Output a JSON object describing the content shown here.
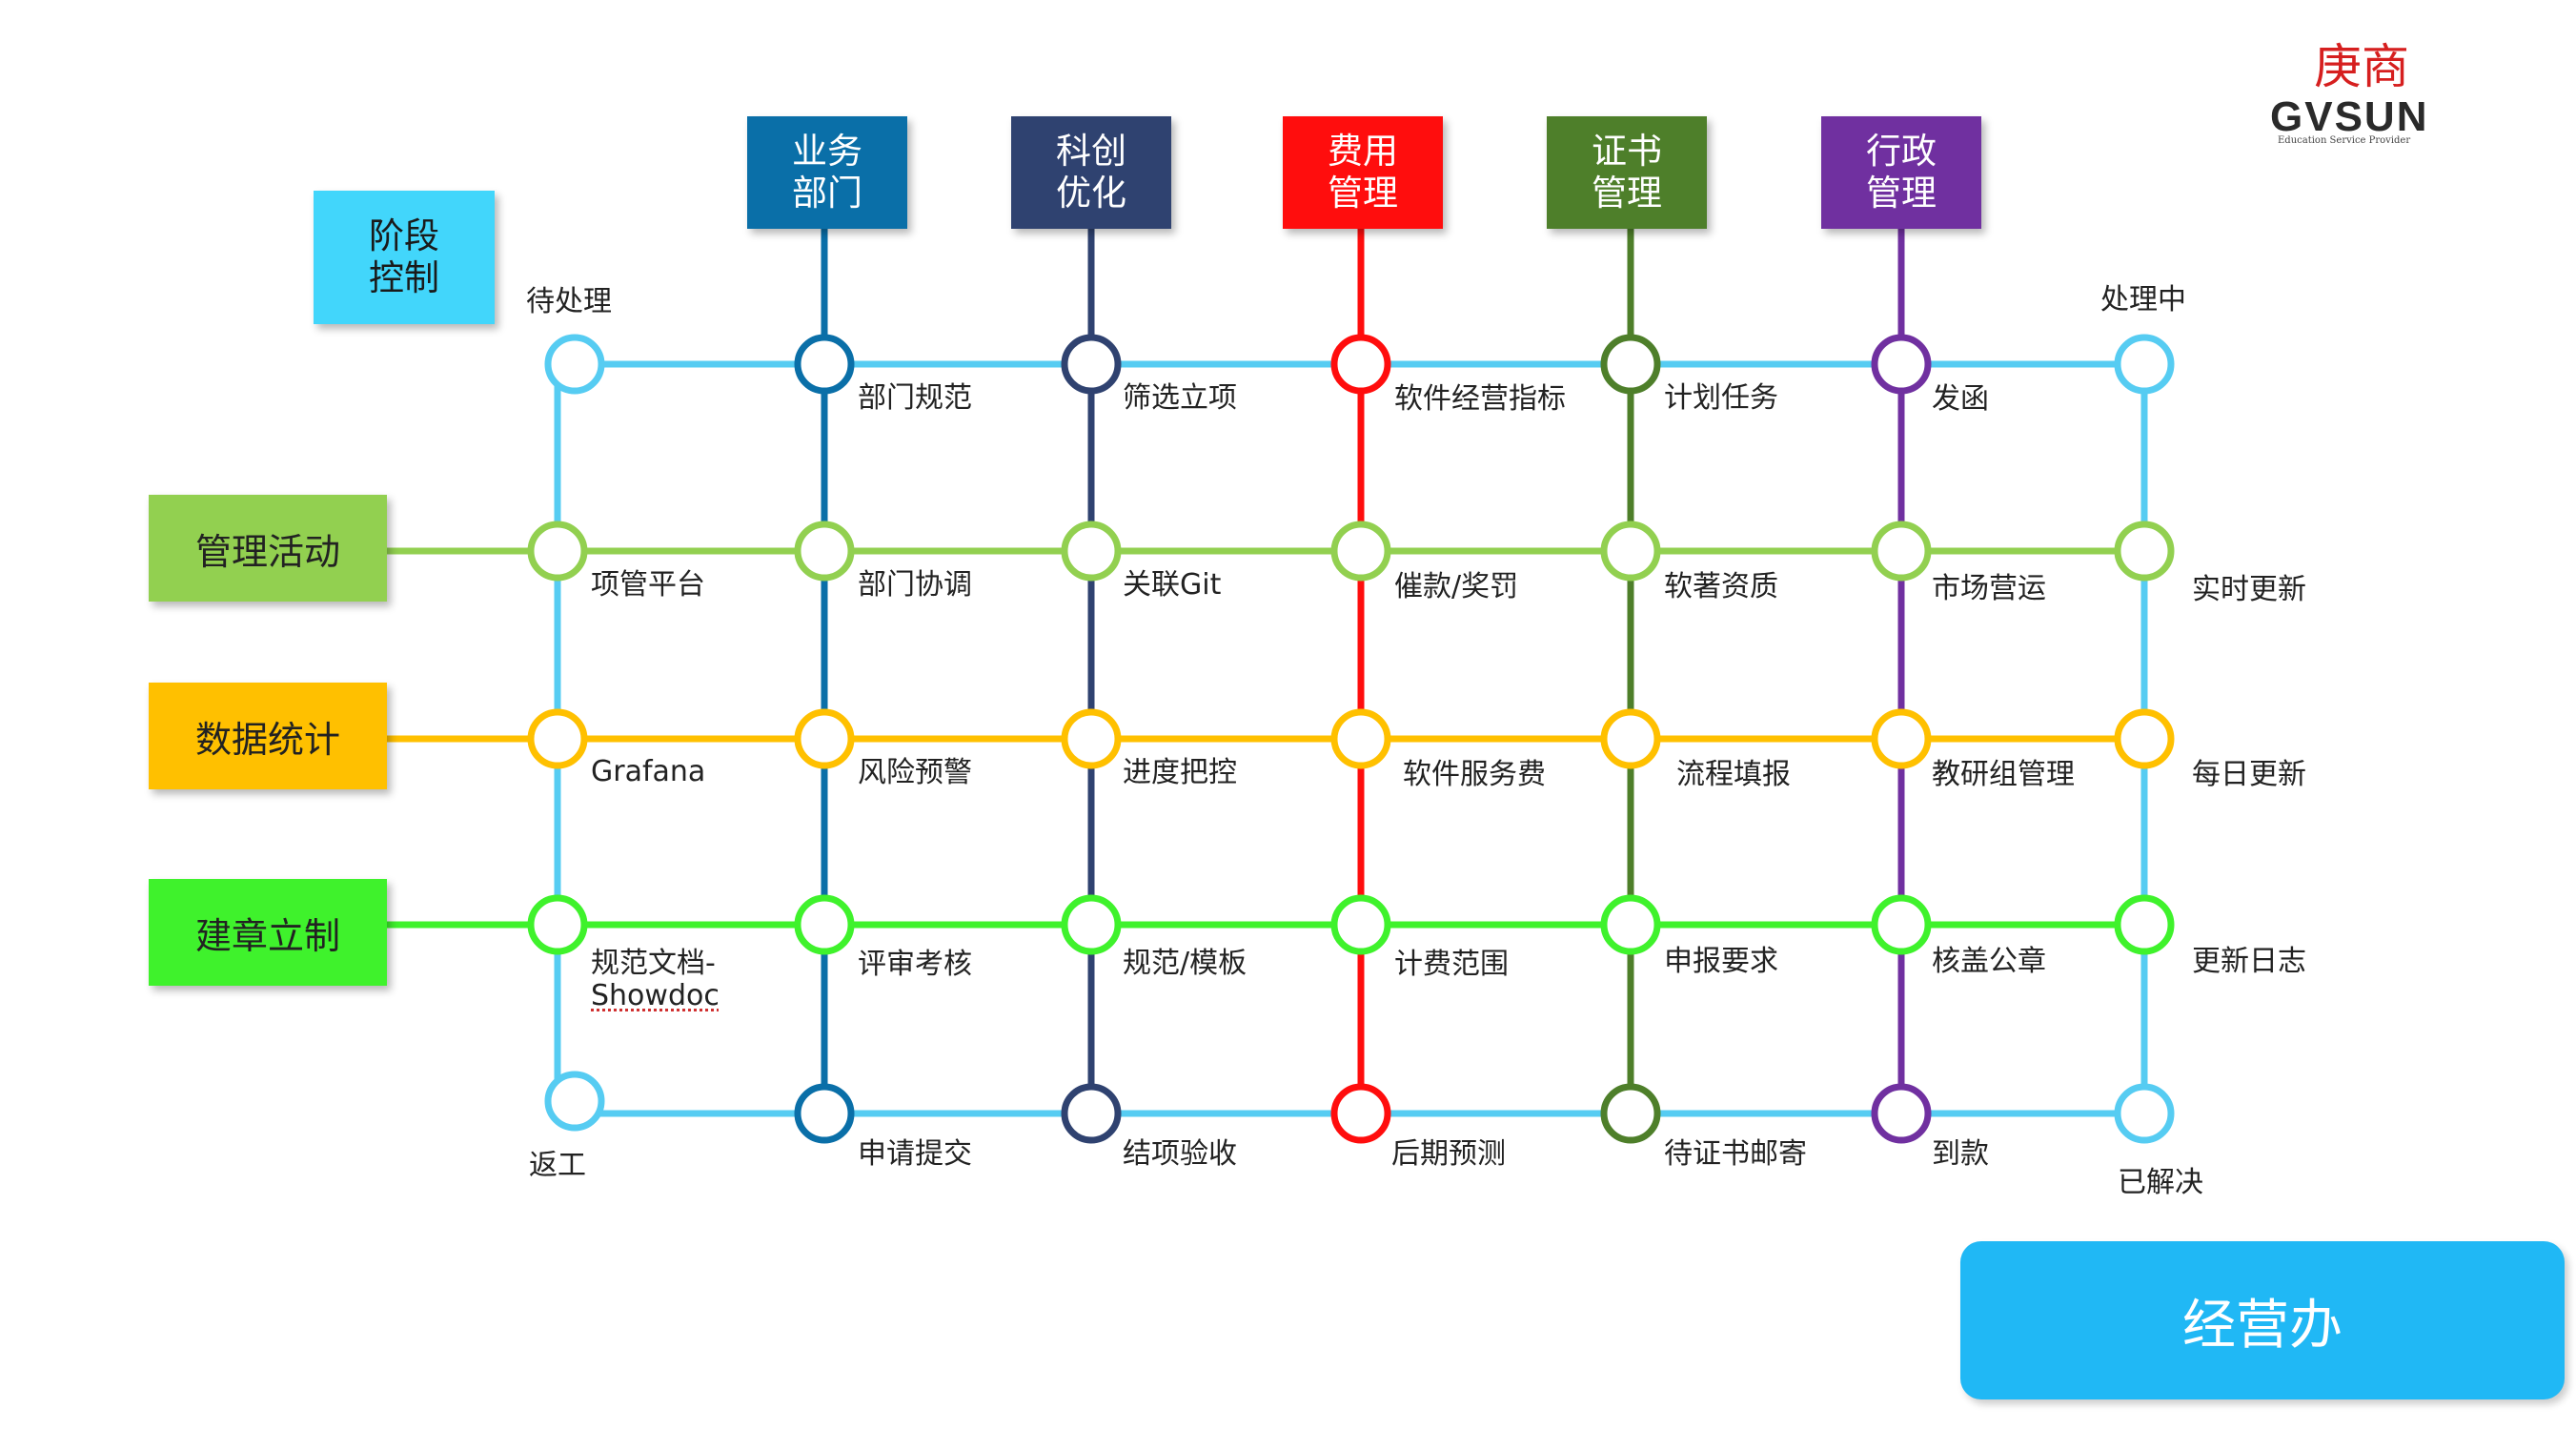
{
  "logo": {
    "chinese": "庚商",
    "brand": "GVSUN",
    "tagline": "Education Service Provider"
  },
  "stage_box": {
    "line1": "阶段",
    "line2": "控制"
  },
  "columns": [
    {
      "line1": "业务",
      "line2": "部门",
      "color": "#0a6fa8"
    },
    {
      "line1": "科创",
      "line2": "优化",
      "color": "#2f4270"
    },
    {
      "line1": "费用",
      "line2": "管理",
      "color": "#ff0d0d"
    },
    {
      "line1": "证书",
      "line2": "管理",
      "color": "#4e7f2a"
    },
    {
      "line1": "行政",
      "line2": "管理",
      "color": "#7030a0"
    }
  ],
  "rows": [
    {
      "label": "管理活动",
      "color": "#92d050"
    },
    {
      "label": "数据统计",
      "color": "#ffc000"
    },
    {
      "label": "建章立制",
      "color": "#3ff22c"
    }
  ],
  "loop_color": "#56ccf2",
  "loop_labels": {
    "top_left": "待处理",
    "top_right": "处理中",
    "bottom_left": "返工",
    "bottom_right": "已解决"
  },
  "top_row": [
    "部门规范",
    "筛选立项",
    "软件经营指标",
    "计划任务",
    "发函"
  ],
  "bottom_row": [
    "申请提交",
    "结项验收",
    "后期预测",
    "待证书邮寄",
    "到款"
  ],
  "grid_labels": [
    [
      "项管平台",
      "部门协调",
      "关联Git",
      "催款/奖罚",
      "软著资质",
      "市场营运",
      "实时更新"
    ],
    [
      "Grafana",
      "风险预警",
      "进度把控",
      "软件服务费",
      "流程填报",
      "教研组管理",
      "每日更新"
    ],
    [
      "规范文档-",
      "评审考核",
      "规范/模板",
      "计费范围",
      "申报要求",
      "核盖公章",
      "更新日志"
    ]
  ],
  "grid_label_extra": "Showdoc",
  "office_button": "经营办"
}
